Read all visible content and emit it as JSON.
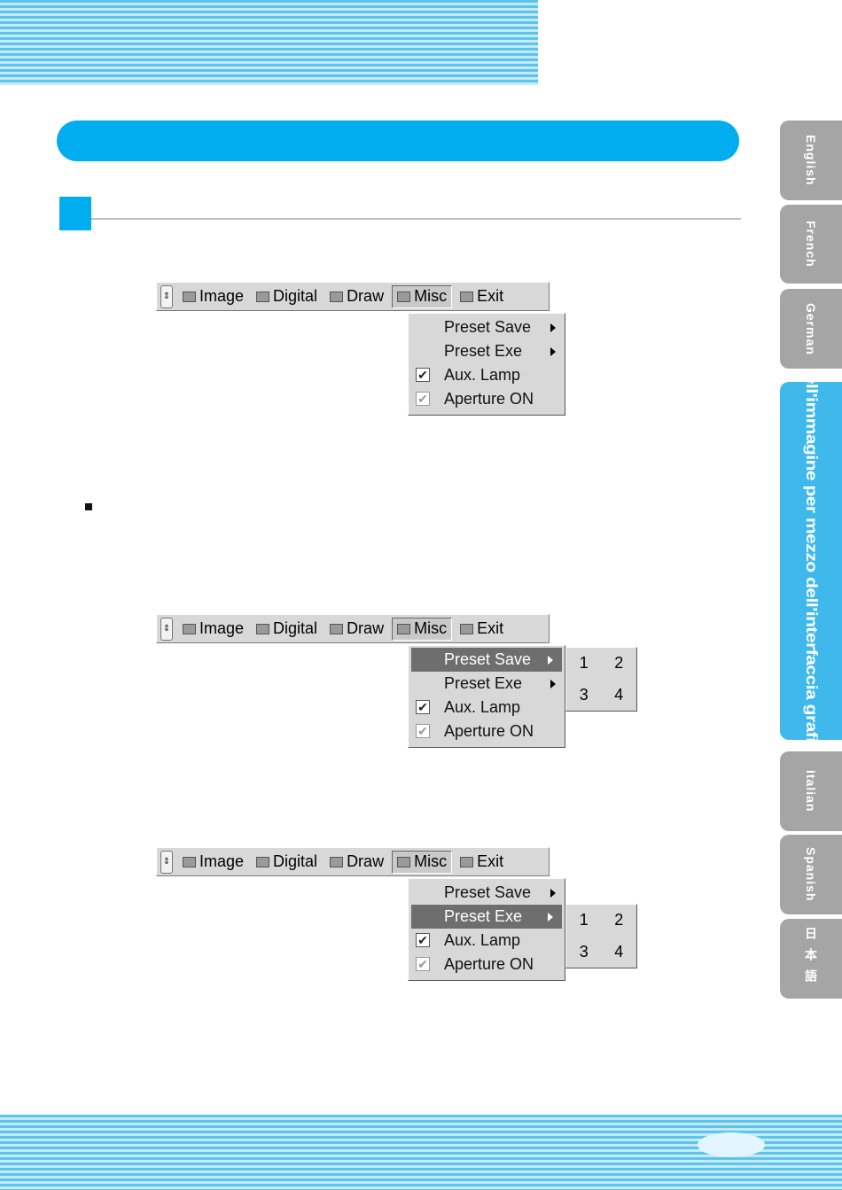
{
  "side_tabs": [
    "English",
    "French",
    "German",
    "Regolazione dell'immagine per mezzo dell'interfaccia grafica utente (GUI)",
    "Italian",
    "Spanish",
    "日本語"
  ],
  "gui": {
    "menu": [
      "Image",
      "Digital",
      "Draw",
      "Misc",
      "Exit"
    ],
    "dropdown": [
      "Preset Save",
      "Preset Exe",
      "Aux. Lamp",
      "Aperture ON"
    ],
    "preset_numbers": [
      "1",
      "2",
      "3",
      "4"
    ]
  }
}
